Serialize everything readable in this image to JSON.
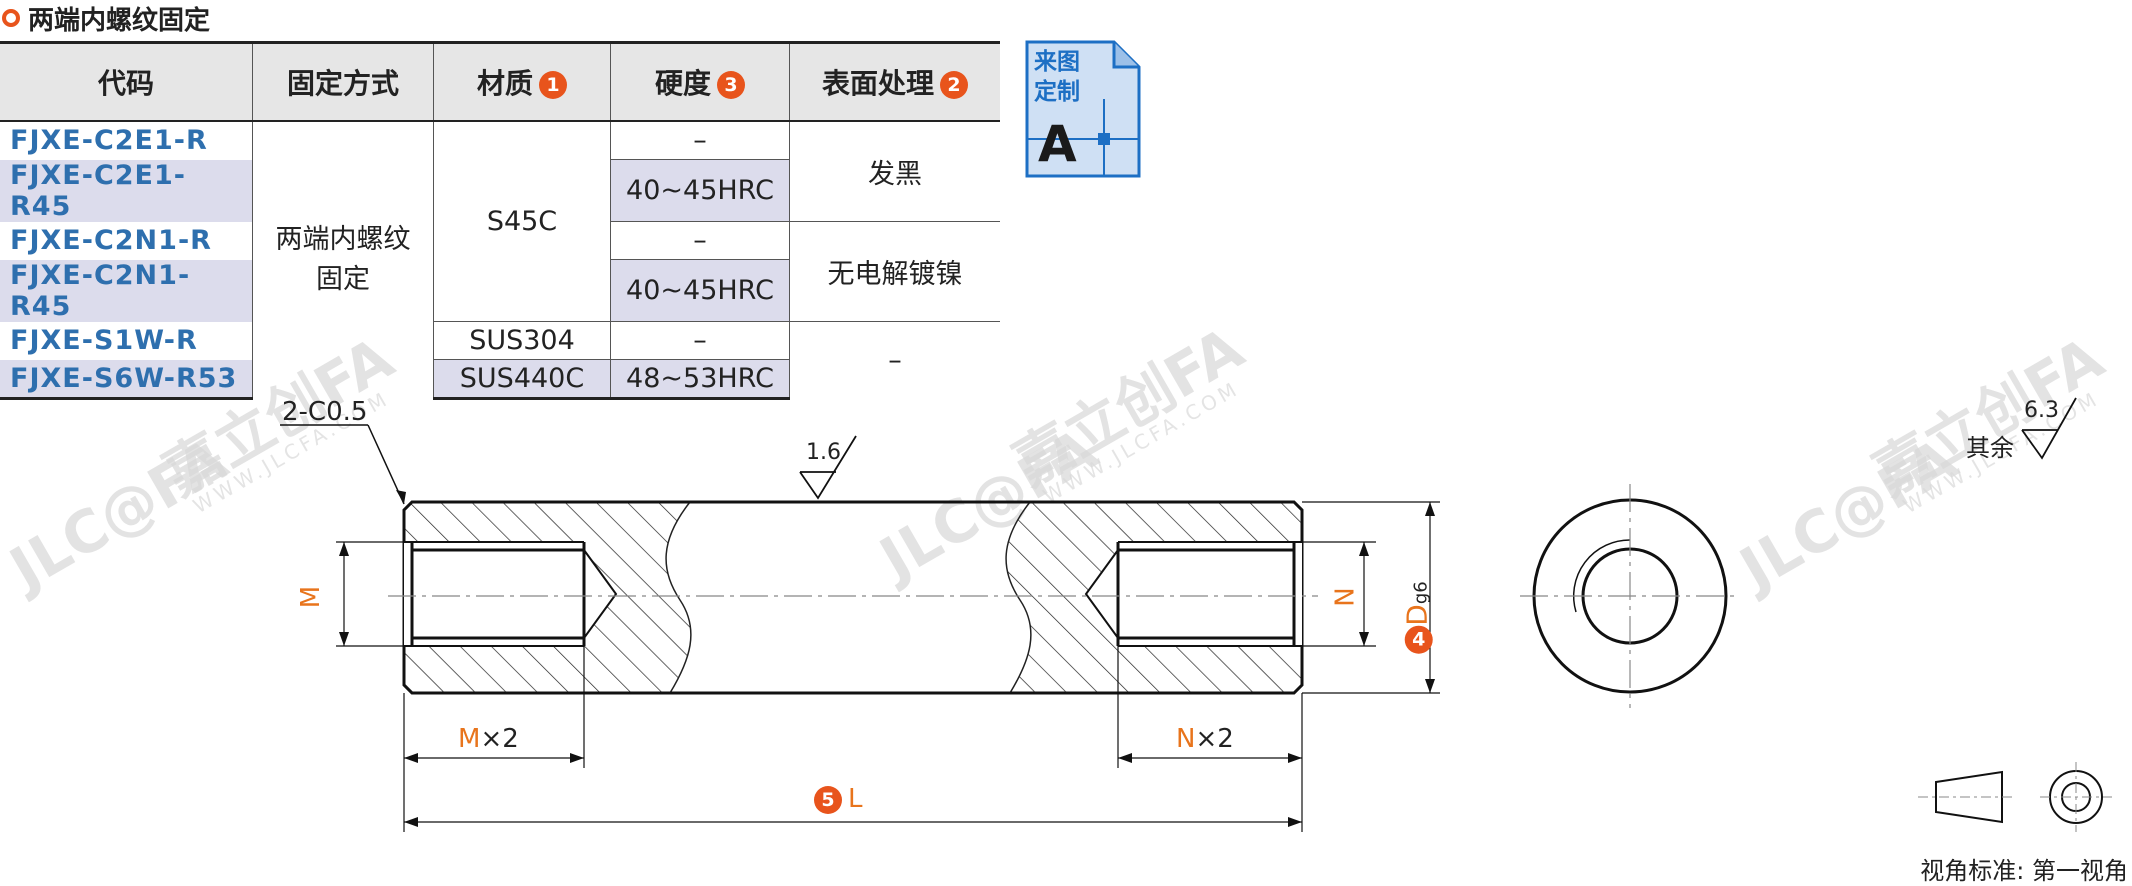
{
  "section_title": "两端内螺纹固定",
  "table": {
    "headers": {
      "code": "代码",
      "fix": "固定方式",
      "material": "材质",
      "material_num": "1",
      "hardness": "硬度",
      "hardness_num": "3",
      "surface": "表面处理",
      "surface_num": "2"
    },
    "codes": [
      "FJXE-C2E1-R",
      "FJXE-C2E1-R45",
      "FJXE-C2N1-R",
      "FJXE-C2N1-R45",
      "FJXE-S1W-R",
      "FJXE-S6W-R53"
    ],
    "fix_line1": "两端内螺纹",
    "fix_line2": "固定",
    "materials": [
      "S45C",
      "SUS304",
      "SUS440C"
    ],
    "hardness": [
      "–",
      "40~45HRC",
      "–",
      "40~45HRC",
      "–",
      "48~53HRC"
    ],
    "surface": [
      "发黑",
      "无电解镀镍",
      "–"
    ]
  },
  "badge": {
    "line1": "来图",
    "line2": "定制",
    "letter": "A"
  },
  "drawing": {
    "chamfer": "2-C0.5",
    "roughness_top": "1.6",
    "roughness_other_label": "其余",
    "roughness_other": "6.3",
    "dim_m": "M",
    "dim_n": "N",
    "dim_d": "D",
    "dim_d_sub": "g6",
    "dim_d_num": "4",
    "dim_mx2_letter": "M",
    "dim_mx2_rest": "×2",
    "dim_nx2_letter": "N",
    "dim_nx2_rest": "×2",
    "dim_l": "L",
    "dim_l_num": "5"
  },
  "view_standard": "视角标准: 第一视角",
  "watermark": {
    "logo": "JLC@FA",
    "brand": "嘉立创FA",
    "url": "WWW.JLCFA.COM"
  },
  "colors": {
    "accent_orange": "#e8541c",
    "code_blue": "#2e6fae",
    "row_shade": "#dcdcec",
    "badge_blue": "#1d6fc4"
  }
}
